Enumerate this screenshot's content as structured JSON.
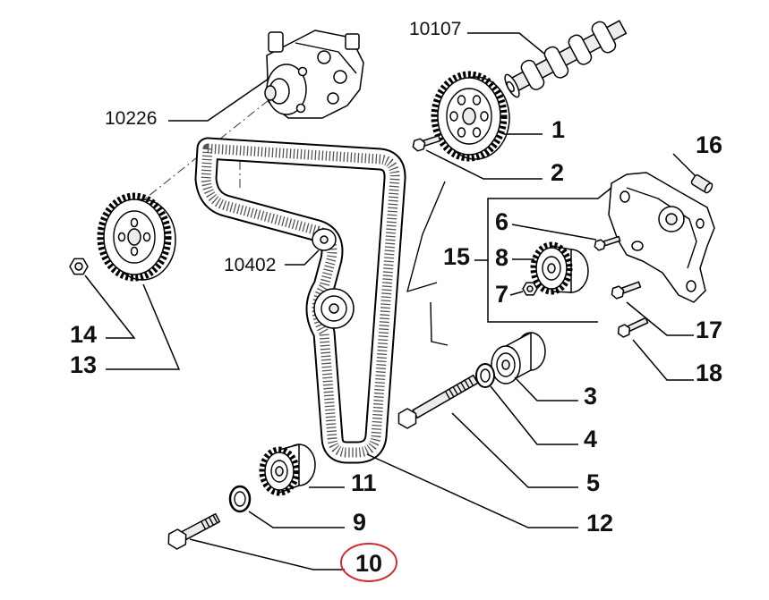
{
  "callouts": {
    "part_10107": "10107",
    "part_10226": "10226",
    "part_10402": "10402",
    "part_1": "1",
    "part_2": "2",
    "part_3": "3",
    "part_4": "4",
    "part_5": "5",
    "part_6": "6",
    "part_7": "7",
    "part_8": "8",
    "part_9": "9",
    "part_10": "10",
    "part_11": "11",
    "part_12": "12",
    "part_13": "13",
    "part_14": "14",
    "part_15": "15",
    "part_16": "16",
    "part_17": "17",
    "part_18": "18"
  },
  "highlight": {
    "selected": "10",
    "color": "#d42a30"
  }
}
